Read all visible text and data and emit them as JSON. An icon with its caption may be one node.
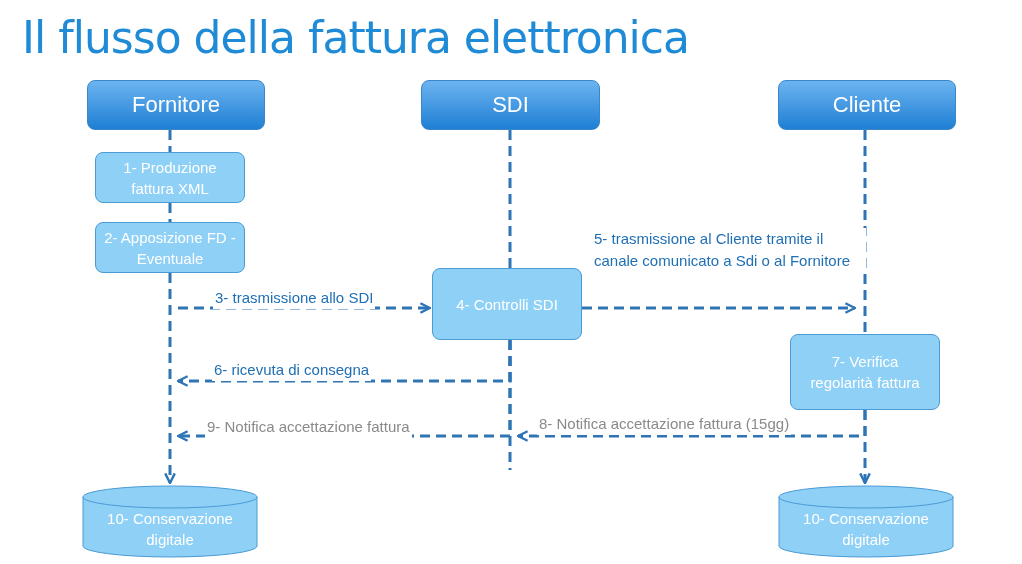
{
  "diagram": {
    "title": "Il flusso della fattura elettronica",
    "nodes": [
      {
        "text": [
          "Fornitore"
        ]
      },
      {
        "text": [
          "SDI"
        ]
      },
      {
        "text": [
          "Cliente"
        ]
      },
      {
        "text": [
          "1- Produzione fattura XML"
        ]
      },
      {
        "text": [
          "2- Apposizione FD - Eventuale"
        ]
      },
      {
        "text": [
          "4- Controlli SDI"
        ]
      },
      {
        "text": [
          "7- Verifica regolarità fattura"
        ]
      },
      {
        "text": [
          "10- Conservazione digitale"
        ]
      },
      {
        "text": [
          "10- Conservazione digitale"
        ]
      }
    ],
    "edges": [
      {
        "from": 0,
        "to": 3,
        "arrow": "none",
        "style": "dashed"
      },
      {
        "from": 3,
        "to": 4,
        "arrow": "none",
        "style": "dashed"
      },
      {
        "from": 4,
        "to": 7,
        "arrow": "to",
        "style": "dashed"
      },
      {
        "from": 1,
        "to": 5,
        "arrow": "none",
        "style": "dashed"
      },
      {
        "from": 5,
        "to": null,
        "arrow": "none",
        "style": "dashed"
      },
      {
        "from": 2,
        "to": 6,
        "arrow": "none",
        "style": "dashed"
      },
      {
        "from": 6,
        "to": 8,
        "arrow": "to",
        "style": "dashed"
      },
      {
        "from": null,
        "to": 5,
        "arrow": "to",
        "style": "dashed",
        "label": "3- trasmissione allo SDI"
      },
      {
        "from": 5,
        "to": 6,
        "arrow": "to",
        "style": "dashed",
        "label": "5- trasmissione al Cliente tramite il canale comunicato a Sdi o al Fornitore"
      },
      {
        "from": 5,
        "to": null,
        "arrow": "to",
        "style": "dashed",
        "label": "6- ricevuta di consegna"
      },
      {
        "from": 6,
        "to": null,
        "arrow": "to",
        "style": "dashed",
        "label": "8- Notifica accettazione fattura (15gg)"
      },
      {
        "from": 5,
        "to": null,
        "arrow": "to",
        "style": "dashed",
        "label": "9- Notifica accettazione fattura"
      }
    ]
  }
}
